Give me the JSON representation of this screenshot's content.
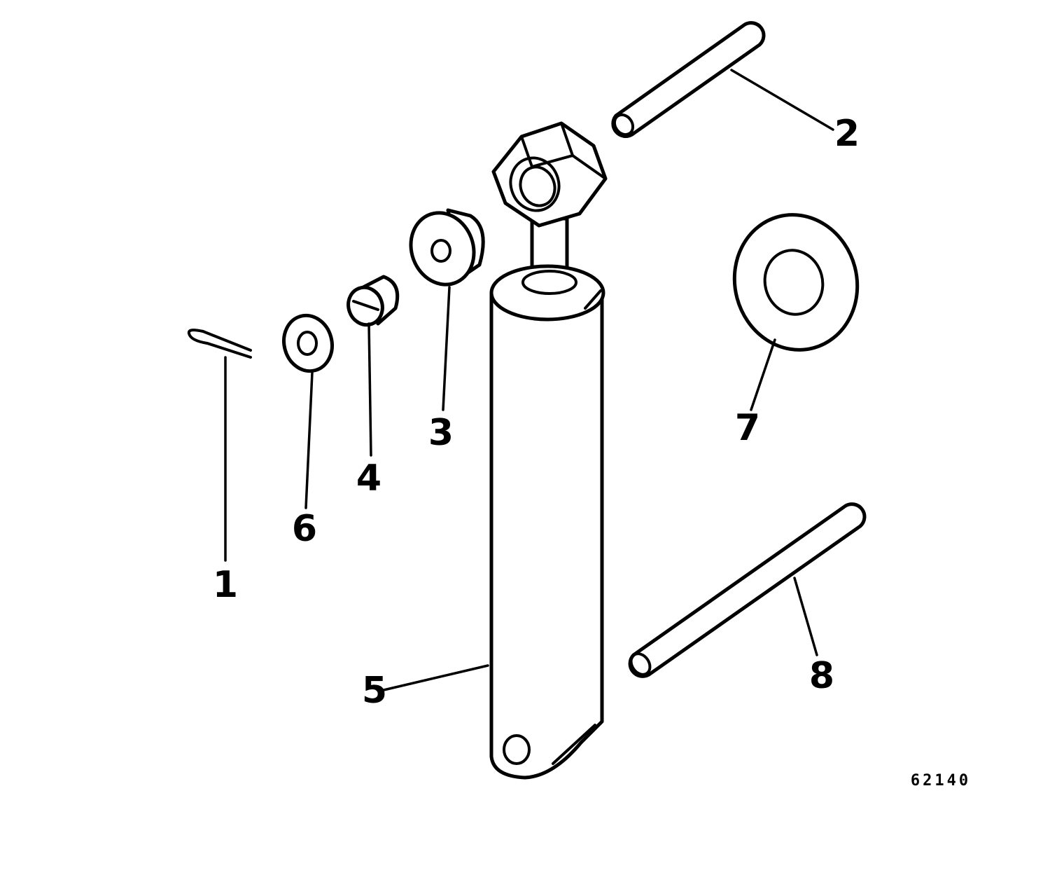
{
  "diagram": {
    "figure_id": "62140",
    "callouts": [
      {
        "id": "1",
        "label": "1"
      },
      {
        "id": "2",
        "label": "2"
      },
      {
        "id": "3",
        "label": "3"
      },
      {
        "id": "4",
        "label": "4"
      },
      {
        "id": "5",
        "label": "5"
      },
      {
        "id": "6",
        "label": "6"
      },
      {
        "id": "7",
        "label": "7"
      },
      {
        "id": "8",
        "label": "8"
      }
    ],
    "colors": {
      "line": "#000000",
      "background": "#ffffff"
    }
  }
}
